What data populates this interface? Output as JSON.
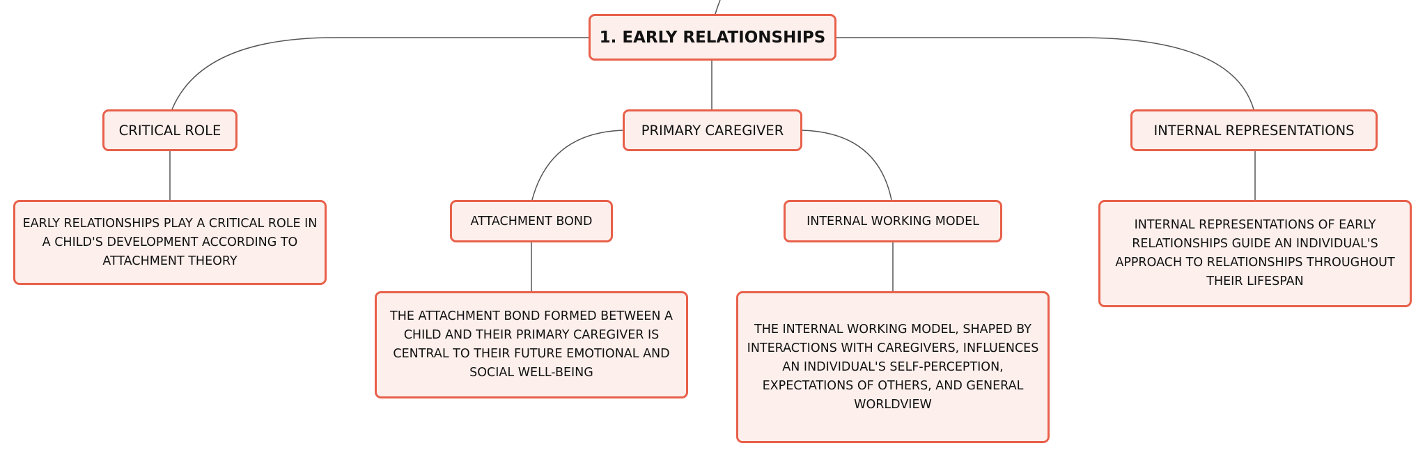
{
  "root": {
    "label": "1. EARLY RELATIONSHIPS"
  },
  "critical_role": {
    "label": "CRITICAL ROLE",
    "detail": "EARLY RELATIONSHIPS PLAY A CRITICAL ROLE IN A CHILD'S DEVELOPMENT ACCORDING TO ATTACHMENT THEORY"
  },
  "primary_caregiver": {
    "label": "PRIMARY CAREGIVER",
    "attachment_bond": {
      "label": "ATTACHMENT BOND",
      "detail": "THE ATTACHMENT BOND FORMED BETWEEN A CHILD AND THEIR PRIMARY CAREGIVER IS CENTRAL TO THEIR FUTURE EMOTIONAL AND SOCIAL WELL-BEING"
    },
    "internal_working_model": {
      "label": "INTERNAL WORKING MODEL",
      "detail": "THE INTERNAL WORKING MODEL, SHAPED BY INTERACTIONS WITH CAREGIVERS, INFLUENCES AN INDIVIDUAL'S SELF-PERCEPTION, EXPECTATIONS OF OTHERS, AND GENERAL WORLDVIEW"
    }
  },
  "internal_representations": {
    "label": "INTERNAL REPRESENTATIONS",
    "detail": "INTERNAL REPRESENTATIONS OF EARLY RELATIONSHIPS GUIDE AN INDIVIDUAL'S APPROACH TO RELATIONSHIPS THROUGHOUT THEIR LIFESPAN"
  }
}
